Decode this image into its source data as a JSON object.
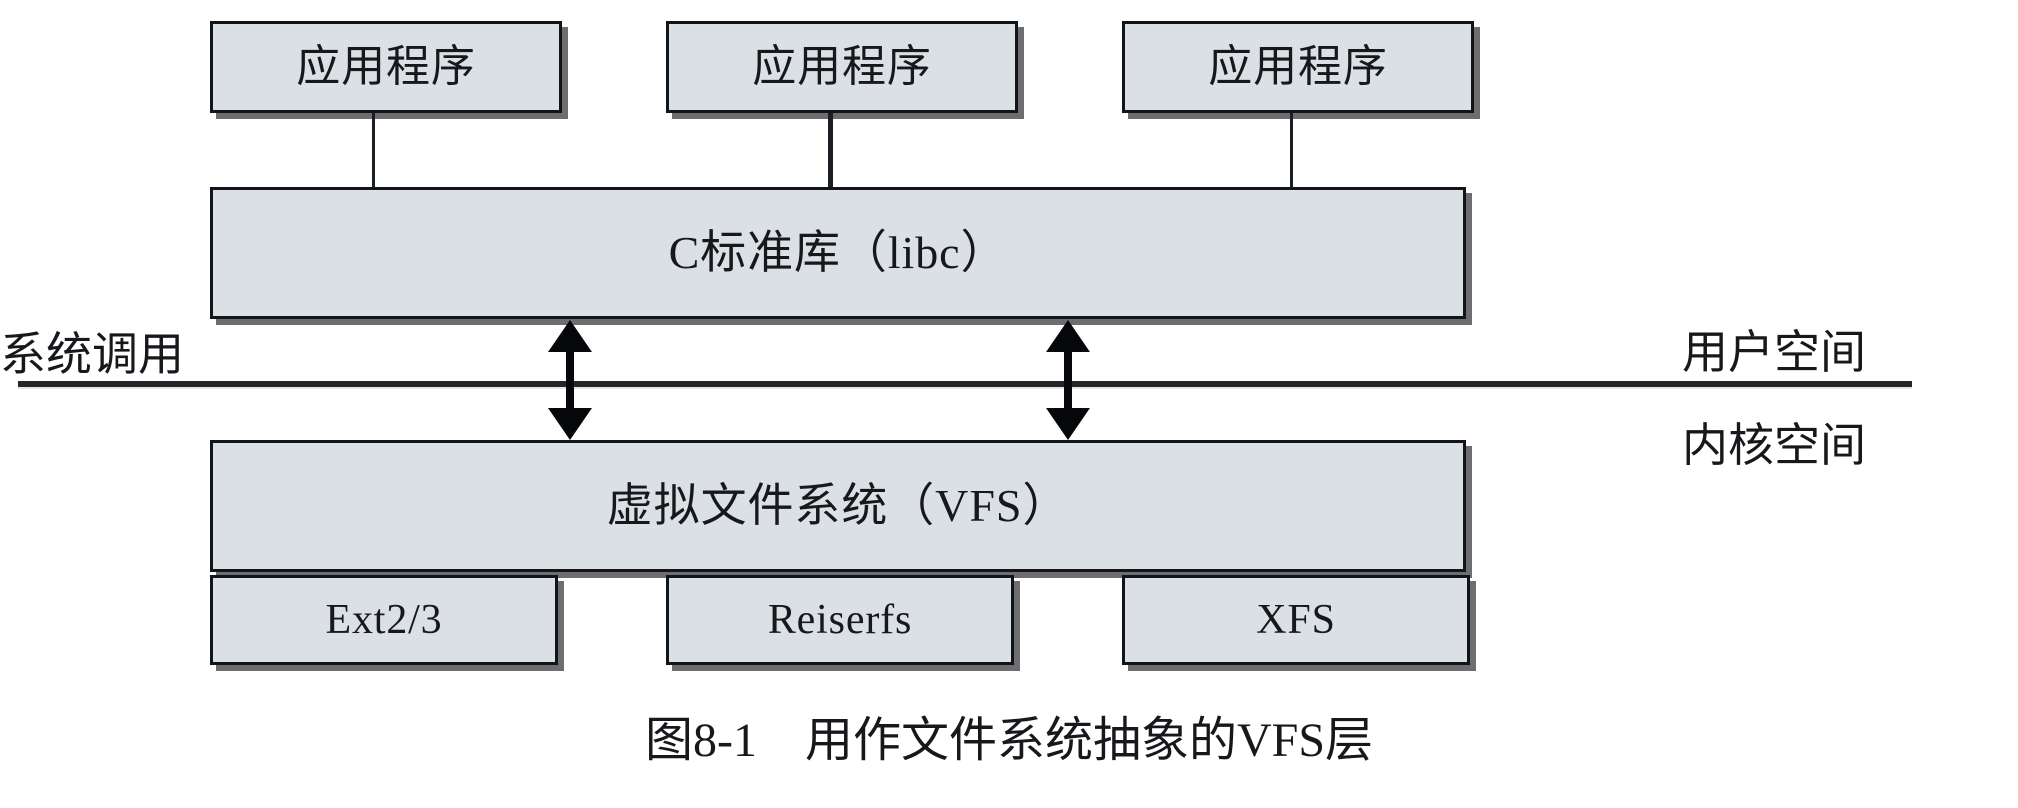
{
  "figure": {
    "caption": "图8-1　用作文件系统抽象的VFS层",
    "caption_number": "图8-1",
    "caption_text": "用作文件系统抽象的VFS层"
  },
  "colors": {
    "box_fill": "#dbe0e4",
    "box_border": "#111418",
    "box_shadow": "#6e6e70",
    "line": "#1b1e22",
    "arrow": "#06070a",
    "text": "#16181b",
    "background": "#ffffff"
  },
  "layers": {
    "applications": [
      {
        "label": "应用程序"
      },
      {
        "label": "应用程序"
      },
      {
        "label": "应用程序"
      }
    ],
    "libc": {
      "label": "C标准库（libc）"
    },
    "vfs": {
      "label": "虚拟文件系统（VFS）"
    },
    "filesystems": [
      {
        "label": "Ext2/3"
      },
      {
        "label": "Reiserfs"
      },
      {
        "label": "XFS"
      }
    ]
  },
  "annotations": {
    "syscall": "系统调用",
    "user_space": "用户空间",
    "kernel_space": "内核空间"
  },
  "arrows": [
    {
      "name": "syscall-arrow-left",
      "direction": "both"
    },
    {
      "name": "syscall-arrow-right",
      "direction": "both"
    }
  ]
}
